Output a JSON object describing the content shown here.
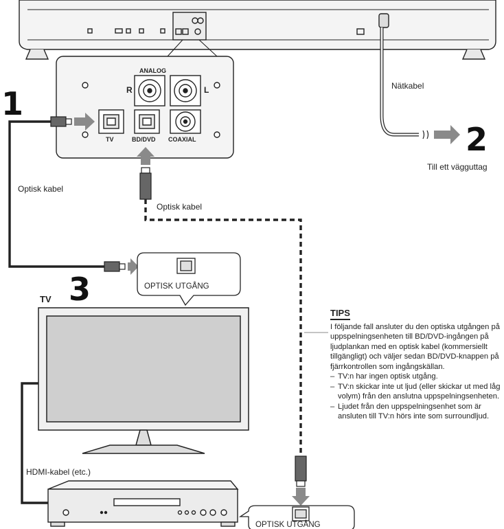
{
  "labels": {
    "analog": "ANALOG",
    "r": "R",
    "l": "L",
    "tv_port": "TV",
    "bd_dvd_port": "BD/DVD",
    "coaxial": "COAXIAL",
    "natkabel": "Nätkabel",
    "till_vagguttag": "Till ett vägguttag",
    "optisk_kabel_left": "Optisk kabel",
    "optisk_kabel_middle": "Optisk kabel",
    "optisk_utgang_tv": "OPTISK UTGÅNG",
    "optisk_utgang_player": "OPTISK UTGÅNG",
    "tv": "TV",
    "hdmi_kabel": "HDMI-kabel (etc.)"
  },
  "steps": {
    "one": "1",
    "two": "2",
    "three": "3"
  },
  "tips": {
    "heading": "TIPS",
    "body": "I följande fall ansluter du den optiska utgången på uppspelningsenheten till BD/DVD-ingången på ljudplankan med en optisk kabel (kommersiellt tillgängligt) och väljer sedan BD/DVD-knappen på fjärrkontrollen som ingångskällan.",
    "items": [
      "TV:n har ingen optisk utgång.",
      "TV:n skickar inte ut ljud (eller skickar ut med låg volym) från den anslutna uppspelningsenheten.",
      "Ljudet från den uppspelningsenhet som är ansluten till TV:n hörs inte som surroundljud."
    ]
  },
  "colors": {
    "line": "#222222",
    "arrow": "#8a8a8a",
    "panel_fill": "#f4f4f4",
    "screen": "#cfcfcf"
  }
}
